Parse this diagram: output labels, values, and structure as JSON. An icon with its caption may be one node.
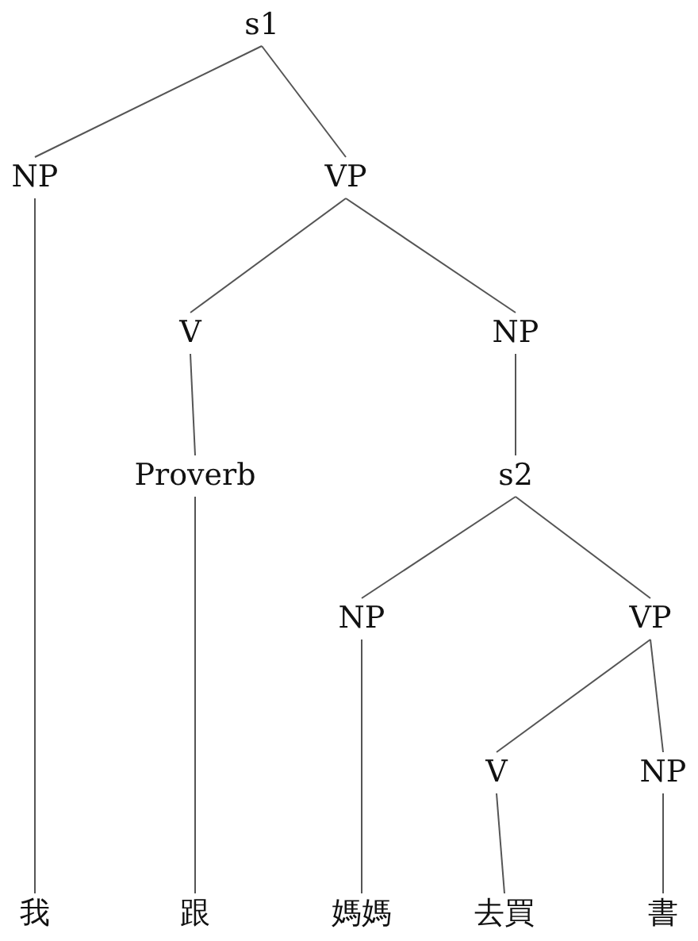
{
  "diagram": {
    "nodes": [
      {
        "text": [
          "s1"
        ]
      },
      {
        "text": [
          "NP"
        ]
      },
      {
        "text": [
          "VP"
        ]
      },
      {
        "text": [
          "V"
        ]
      },
      {
        "text": [
          "NP"
        ]
      },
      {
        "text": [
          "Proverb"
        ]
      },
      {
        "text": [
          "s2"
        ]
      },
      {
        "text": [
          "NP"
        ]
      },
      {
        "text": [
          "VP"
        ]
      },
      {
        "text": [
          "V"
        ]
      },
      {
        "text": [
          "NP"
        ]
      },
      {
        "text": [
          "我"
        ]
      },
      {
        "text": [
          "跟"
        ]
      },
      {
        "text": [
          "媽媽"
        ]
      },
      {
        "text": [
          "去買"
        ]
      },
      {
        "text": [
          "書"
        ]
      }
    ],
    "edges": [
      {
        "from": 0,
        "to": 1,
        "arrow": "none"
      },
      {
        "from": 0,
        "to": 2,
        "arrow": "none"
      },
      {
        "from": 1,
        "to": 11,
        "arrow": "none"
      },
      {
        "from": 2,
        "to": 3,
        "arrow": "none"
      },
      {
        "from": 2,
        "to": 4,
        "arrow": "none"
      },
      {
        "from": 3,
        "to": 5,
        "arrow": "none"
      },
      {
        "from": 5,
        "to": 12,
        "arrow": "none"
      },
      {
        "from": 4,
        "to": 6,
        "arrow": "none"
      },
      {
        "from": 6,
        "to": 7,
        "arrow": "none"
      },
      {
        "from": 6,
        "to": 8,
        "arrow": "none"
      },
      {
        "from": 7,
        "to": 13,
        "arrow": "none"
      },
      {
        "from": 8,
        "to": 9,
        "arrow": "none"
      },
      {
        "from": 8,
        "to": 10,
        "arrow": "none"
      },
      {
        "from": 9,
        "to": 14,
        "arrow": "none"
      },
      {
        "from": 10,
        "to": 15,
        "arrow": "none"
      }
    ]
  }
}
